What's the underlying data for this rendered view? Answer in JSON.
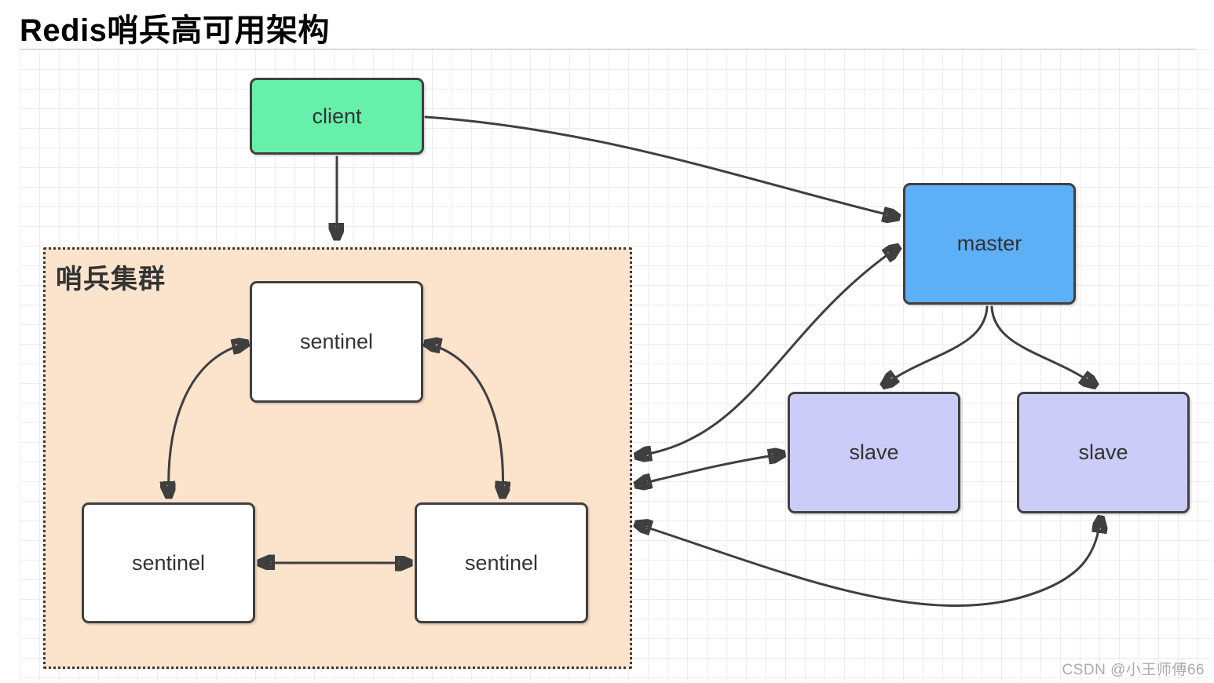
{
  "title": "Redis哨兵高可用架构",
  "watermark": "CSDN @小王师傅66",
  "cluster": {
    "label": "哨兵集群"
  },
  "nodes": {
    "client": {
      "label": "client",
      "fill": "#66f0aa"
    },
    "master": {
      "label": "master",
      "fill": "#5daff7"
    },
    "slave_left": {
      "label": "slave",
      "fill": "#ccccf8"
    },
    "slave_right": {
      "label": "slave",
      "fill": "#ccccf8"
    },
    "sentinel_top": {
      "label": "sentinel",
      "fill": "#ffffff"
    },
    "sentinel_bottom_left": {
      "label": "sentinel",
      "fill": "#ffffff"
    },
    "sentinel_bottom_right": {
      "label": "sentinel",
      "fill": "#ffffff"
    }
  },
  "colors": {
    "cluster_fill": "#fce3cc",
    "node_border": "#404040",
    "edge_stroke": "#3f3f3f",
    "grid_line": "#ececec",
    "separator": "#c8c8c8",
    "label_text": "#333333",
    "title_text": "#000000",
    "watermark_text": "#ababab"
  },
  "edges": [
    {
      "from": "client",
      "to": "sentinel-cluster",
      "arrows": "end"
    },
    {
      "from": "client",
      "to": "master",
      "arrows": "end"
    },
    {
      "from": "sentinel-cluster",
      "to": "master",
      "arrows": "both"
    },
    {
      "from": "sentinel-cluster",
      "to": "slave-left",
      "arrows": "both"
    },
    {
      "from": "sentinel-cluster",
      "to": "slave-right",
      "arrows": "both"
    },
    {
      "from": "master",
      "to": "slave-left",
      "arrows": "end"
    },
    {
      "from": "master",
      "to": "slave-right",
      "arrows": "end"
    },
    {
      "from": "sentinel-top",
      "to": "sentinel-bottom-left",
      "arrows": "both"
    },
    {
      "from": "sentinel-top",
      "to": "sentinel-bottom-right",
      "arrows": "both"
    },
    {
      "from": "sentinel-bottom-left",
      "to": "sentinel-bottom-right",
      "arrows": "both"
    }
  ]
}
